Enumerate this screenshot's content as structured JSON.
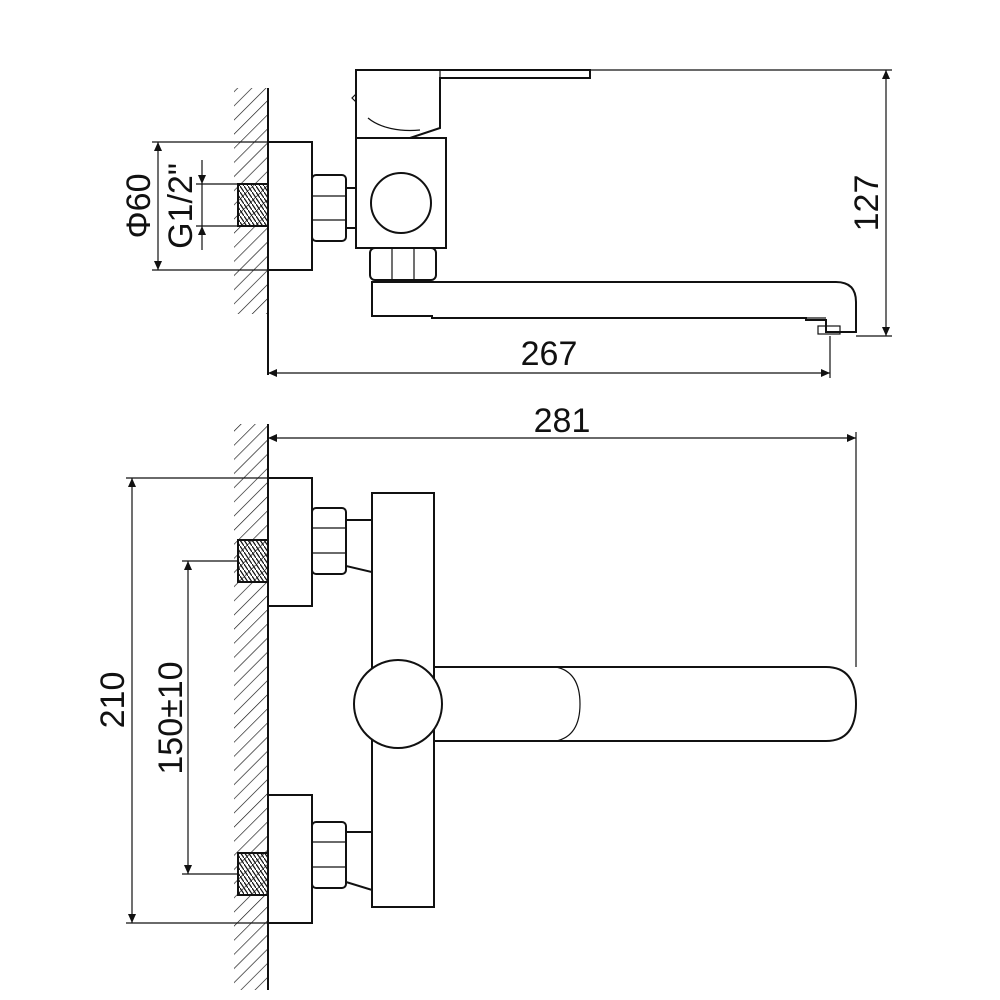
{
  "dimensions": {
    "side_width": "267",
    "side_height": "127",
    "flange_diameter": "Φ60",
    "thread_size": "G1/2\"",
    "top_width": "281",
    "top_overall": "210",
    "inlet_spacing": "150±10"
  },
  "colors": {
    "line": "#111111",
    "background": "#ffffff"
  }
}
